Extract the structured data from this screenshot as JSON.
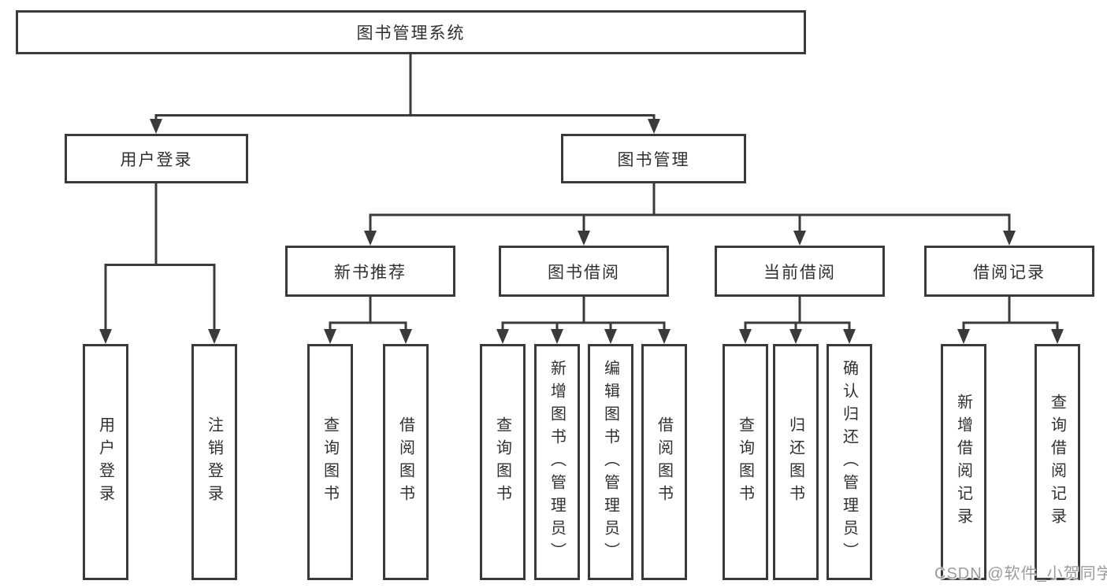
{
  "diagram": {
    "root": {
      "label": "图书管理系统"
    },
    "branches": [
      {
        "label": "用户登录",
        "children": [
          {
            "label": "用户登录"
          },
          {
            "label": "注销登录"
          }
        ]
      },
      {
        "label": "图书管理",
        "children": [
          {
            "label": "新书推荐",
            "children": [
              {
                "label": "查询图书"
              },
              {
                "label": "借阅图书"
              }
            ]
          },
          {
            "label": "图书借阅",
            "children": [
              {
                "label": "查询图书"
              },
              {
                "label": "新增图书（管理员）"
              },
              {
                "label": "编辑图书（管理员）"
              },
              {
                "label": "借阅图书"
              }
            ]
          },
          {
            "label": "当前借阅",
            "children": [
              {
                "label": "查询图书"
              },
              {
                "label": "归还图书"
              },
              {
                "label": "确认归还（管理员）"
              }
            ]
          },
          {
            "label": "借阅记录",
            "children": [
              {
                "label": "新增借阅记录"
              },
              {
                "label": "查询借阅记录"
              }
            ]
          }
        ]
      }
    ]
  },
  "colors": {
    "line": "#3a3a3a",
    "text": "#303030",
    "watermark": "#9b9b9b"
  },
  "watermark": {
    "text": "CSDN @软件_小贺同学"
  }
}
